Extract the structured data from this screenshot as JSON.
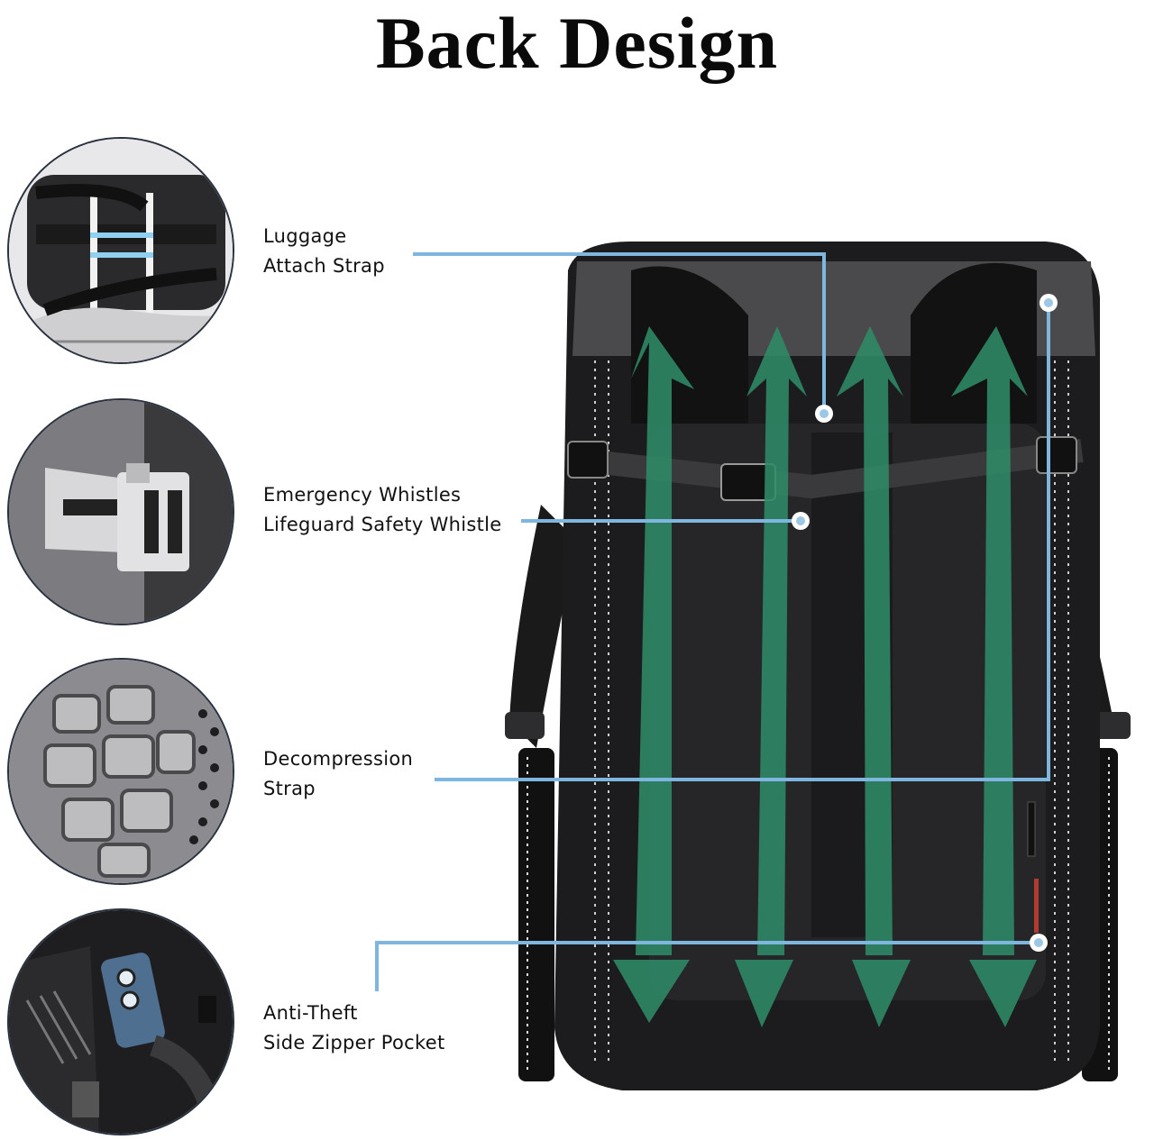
{
  "header": {
    "title": "Back Design"
  },
  "features": [
    {
      "id": "luggage",
      "line1": "Luggage",
      "line2": "Attach Strap",
      "icon": "luggage-strap-detail"
    },
    {
      "id": "whistle",
      "line1": "Emergency Whistles",
      "line2": "Lifeguard Safety Whistle",
      "icon": "buckle-whistle-detail"
    },
    {
      "id": "decompression",
      "line1": "Decompression",
      "line2": "Strap",
      "icon": "padded-mesh-detail"
    },
    {
      "id": "pocket",
      "line1": "Anti-Theft",
      "line2": "Side Zipper Pocket",
      "icon": "side-pocket-phone-detail"
    }
  ],
  "colors": {
    "connector": "#7fb6e0",
    "arrow": "#2f8a68",
    "bag_dark": "#1c1c1e",
    "bag_panel": "#3a3a3c"
  }
}
